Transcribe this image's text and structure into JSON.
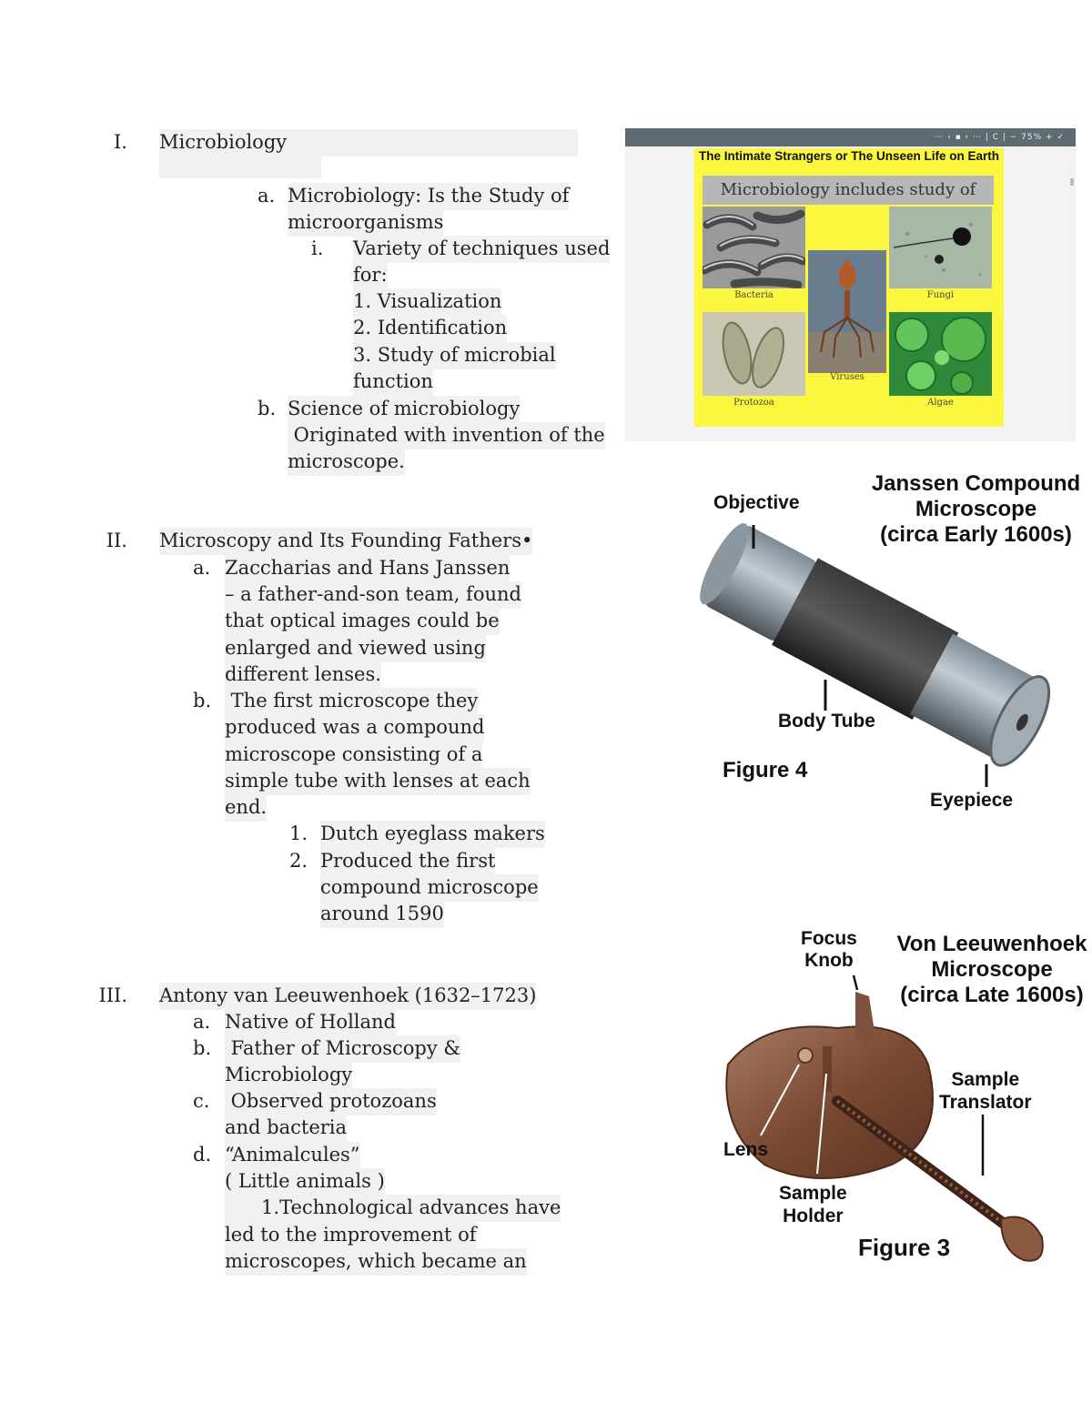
{
  "outline": {
    "s1": {
      "numeral": "I.",
      "title": "Microbiology",
      "a_marker": "a.",
      "a_line1": "Microbiology: Is the Study of",
      "a_line2": "microorganisms",
      "i_marker": "i.",
      "i_line1": "Variety of techniques used",
      "i_line2": "for:",
      "n1": "1. Visualization",
      "n2": "2. Identification",
      "n3a": "3. Study of microbial",
      "n3b": "function",
      "b_marker": "b.",
      "b_line1": "Science of microbiology",
      "b_line2": " Originated with invention of the",
      "b_line3": "microscope."
    },
    "s2": {
      "numeral": "II.",
      "title": "Microscopy and Its Founding Fathers•",
      "a_marker": "a.",
      "a_lines": [
        "Zaccharias and Hans Janssen",
        "– a father-and-son team, found",
        "that optical images could be",
        "enlarged and viewed using",
        "different lenses."
      ],
      "b_marker": "b.",
      "b_lines": [
        " The first microscope they",
        "produced was a compound",
        "microscope consisting of a",
        "simple tube with lenses at each",
        "end."
      ],
      "n1_marker": "1.",
      "n1": "Dutch eyeglass makers",
      "n2_marker": "2.",
      "n2_lines": [
        "Produced the first",
        "compound microscope",
        "around 1590"
      ]
    },
    "s3": {
      "numeral": "III.",
      "title": "Antony van Leeuwenhoek (1632–1723)",
      "a_marker": "a.",
      "a": "Native of Holland",
      "b_marker": "b.",
      "b_lines": [
        " Father of Microscopy &",
        "Microbiology"
      ],
      "c_marker": "c.",
      "c_lines": [
        " Observed protozoans",
        "and bacteria"
      ],
      "d_marker": "d.",
      "d_lines": [
        "“Animalcules”",
        "( Little animals )",
        "      1.Technological advances have",
        "led to the improvement of",
        "microscopes, which became an"
      ]
    }
  },
  "slide": {
    "toolbar": "⋯ ‹ ▪ › ⋯  |  C  |  −  75%  +  ✓",
    "title": "The Intimate Strangers  or The Unseen Life on Earth",
    "subtitle": "Microbiology includes study of",
    "captions": {
      "bacteria": "Bacteria",
      "fungi": "Fungi",
      "viruses": "Viruses",
      "protozoa": "Protozoa",
      "algae": "Algae"
    }
  },
  "janssen": {
    "title_lines": [
      "Janssen Compound",
      "Microscope",
      "(circa Early 1600s)"
    ],
    "objective": "Objective",
    "body_tube": "Body Tube",
    "figure": "Figure 4",
    "eyepiece": "Eyepiece"
  },
  "leeuwenhoek": {
    "title_lines": [
      "Von Leeuwenhoek",
      "Microscope",
      "(circa Late 1600s)"
    ],
    "focus_knob_lines": [
      "Focus",
      "Knob"
    ],
    "sample_translator_lines": [
      "Sample",
      "Translator"
    ],
    "lens": "Lens",
    "sample_holder_lines": [
      "Sample",
      "Holder"
    ],
    "figure": "Figure 3"
  }
}
